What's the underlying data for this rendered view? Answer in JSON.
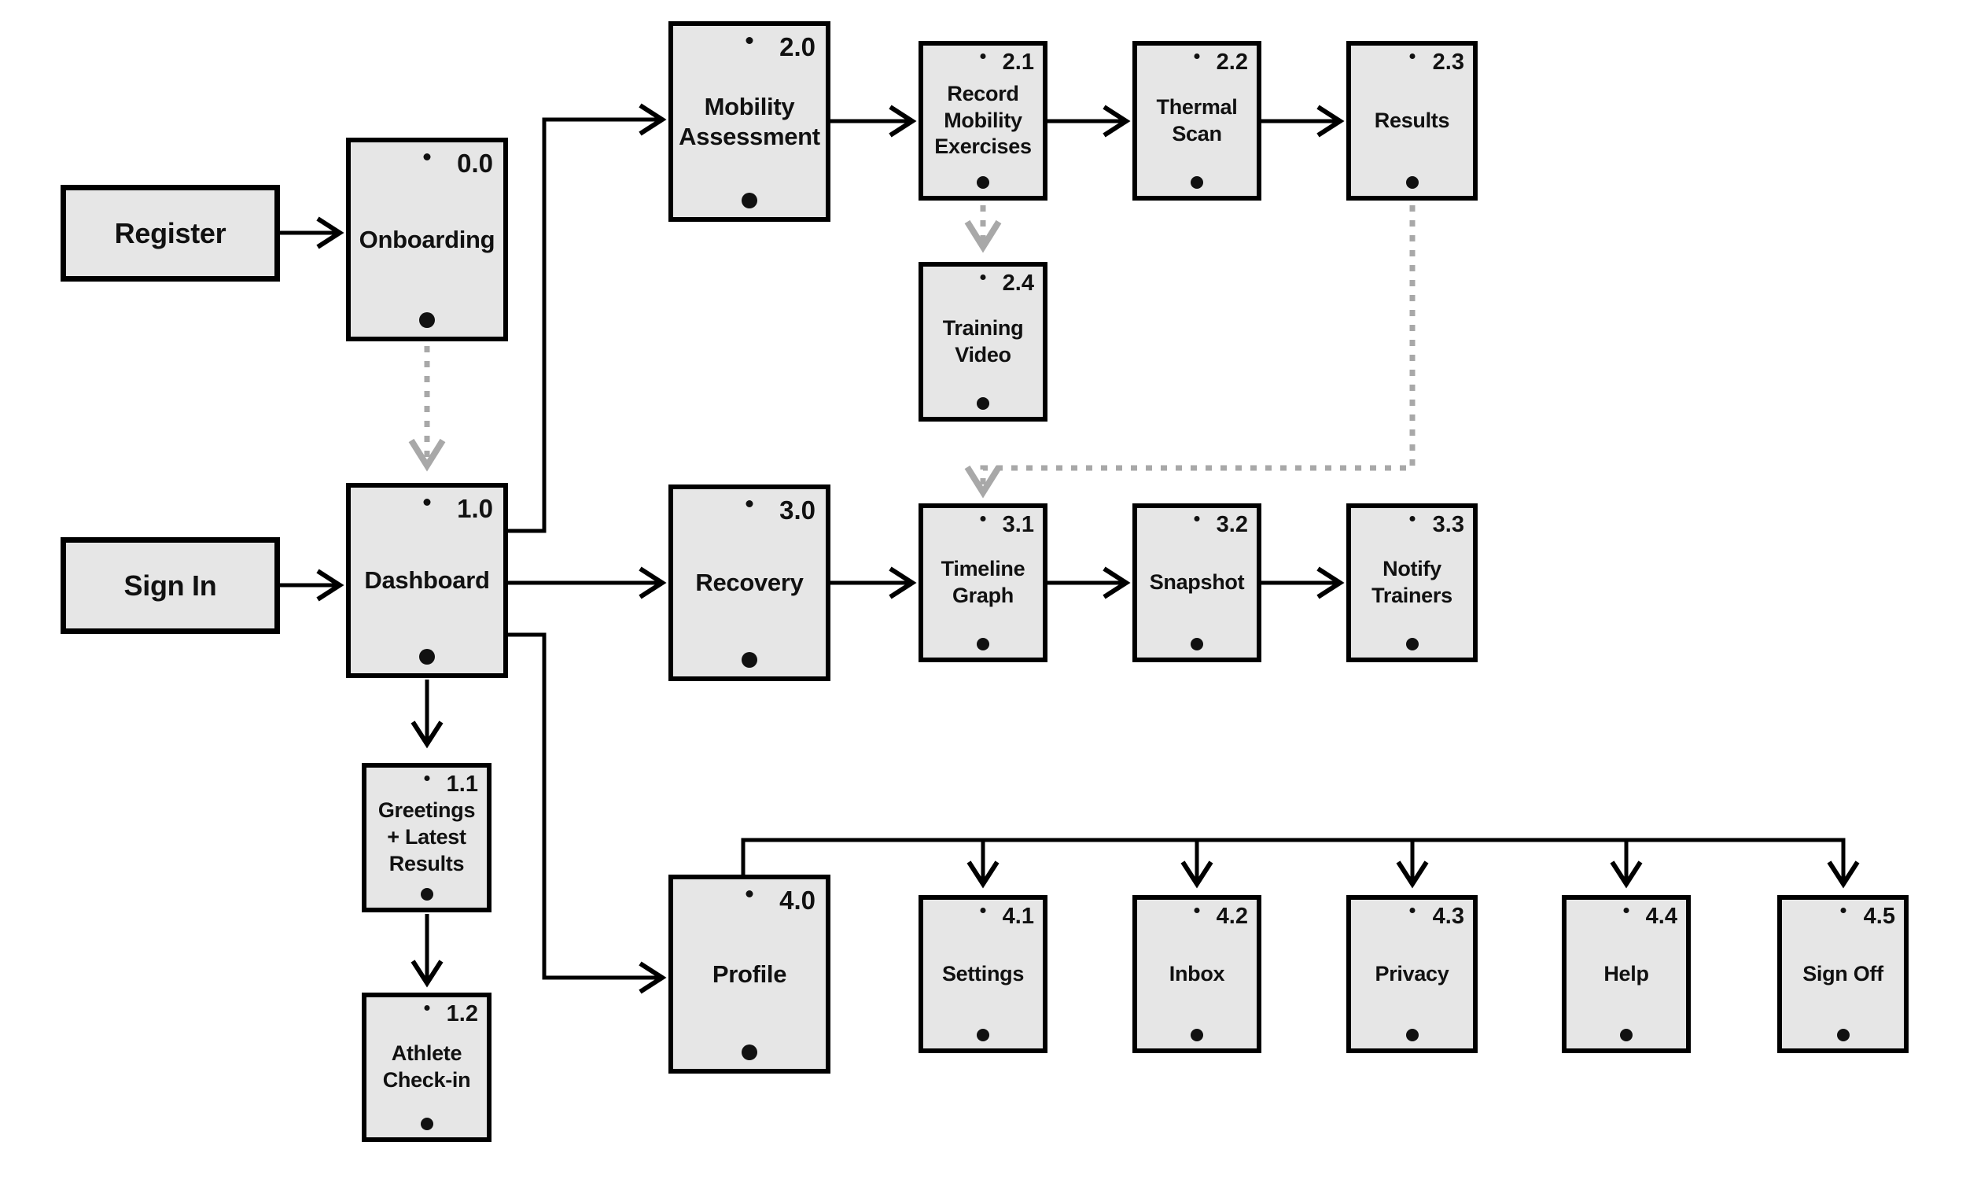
{
  "colors": {
    "background": "#ffffff",
    "box_fill": "#e6e6e6",
    "box_border": "#000000",
    "text": "#111111",
    "solid_arrow": "#000000",
    "dashed_arrow": "#a8a8a8"
  },
  "nodes": {
    "register": {
      "type": "entry-box",
      "label": "Register"
    },
    "sign_in": {
      "type": "entry-box",
      "label": "Sign In"
    },
    "onboarding": {
      "type": "phone-screen",
      "number": "0.0",
      "label": "Onboarding"
    },
    "dashboard": {
      "type": "phone-screen",
      "number": "1.0",
      "label": "Dashboard"
    },
    "greetings_latest_results": {
      "type": "phone-screen",
      "number": "1.1",
      "label": "Greetings\n+ Latest\nResults"
    },
    "athlete_check_in": {
      "type": "phone-screen",
      "number": "1.2",
      "label": "Athlete\nCheck-in"
    },
    "mobility_assessment": {
      "type": "phone-screen",
      "number": "2.0",
      "label": "Mobility\nAssessment"
    },
    "record_mobility_exercises": {
      "type": "phone-screen",
      "number": "2.1",
      "label": "Record\nMobility\nExercises"
    },
    "thermal_scan": {
      "type": "phone-screen",
      "number": "2.2",
      "label": "Thermal\nScan"
    },
    "results": {
      "type": "phone-screen",
      "number": "2.3",
      "label": "Results"
    },
    "training_video": {
      "type": "phone-screen",
      "number": "2.4",
      "label": "Training\nVideo"
    },
    "recovery": {
      "type": "phone-screen",
      "number": "3.0",
      "label": "Recovery"
    },
    "timeline_graph": {
      "type": "phone-screen",
      "number": "3.1",
      "label": "Timeline\nGraph"
    },
    "snapshot": {
      "type": "phone-screen",
      "number": "3.2",
      "label": "Snapshot"
    },
    "notify_trainers": {
      "type": "phone-screen",
      "number": "3.3",
      "label": "Notify\nTrainers"
    },
    "profile": {
      "type": "phone-screen",
      "number": "4.0",
      "label": "Profile"
    },
    "settings": {
      "type": "phone-screen",
      "number": "4.1",
      "label": "Settings"
    },
    "inbox": {
      "type": "phone-screen",
      "number": "4.2",
      "label": "Inbox"
    },
    "privacy": {
      "type": "phone-screen",
      "number": "4.3",
      "label": "Privacy"
    },
    "help": {
      "type": "phone-screen",
      "number": "4.4",
      "label": "Help"
    },
    "sign_off": {
      "type": "phone-screen",
      "number": "4.5",
      "label": "Sign Off"
    }
  },
  "edges": [
    {
      "from": "register",
      "to": "onboarding",
      "style": "solid"
    },
    {
      "from": "sign_in",
      "to": "dashboard",
      "style": "solid"
    },
    {
      "from": "onboarding",
      "to": "dashboard",
      "style": "dashed"
    },
    {
      "from": "dashboard",
      "to": "mobility_assessment",
      "style": "solid"
    },
    {
      "from": "dashboard",
      "to": "recovery",
      "style": "solid"
    },
    {
      "from": "dashboard",
      "to": "profile",
      "style": "solid"
    },
    {
      "from": "dashboard",
      "to": "greetings_latest_results",
      "style": "solid"
    },
    {
      "from": "greetings_latest_results",
      "to": "athlete_check_in",
      "style": "solid"
    },
    {
      "from": "mobility_assessment",
      "to": "record_mobility_exercises",
      "style": "solid"
    },
    {
      "from": "record_mobility_exercises",
      "to": "thermal_scan",
      "style": "solid"
    },
    {
      "from": "thermal_scan",
      "to": "results",
      "style": "solid"
    },
    {
      "from": "record_mobility_exercises",
      "to": "training_video",
      "style": "dashed"
    },
    {
      "from": "results",
      "to": "timeline_graph",
      "style": "dashed"
    },
    {
      "from": "recovery",
      "to": "timeline_graph",
      "style": "solid"
    },
    {
      "from": "timeline_graph",
      "to": "snapshot",
      "style": "solid"
    },
    {
      "from": "snapshot",
      "to": "notify_trainers",
      "style": "solid"
    },
    {
      "from": "profile",
      "to": "settings",
      "style": "solid"
    },
    {
      "from": "profile",
      "to": "inbox",
      "style": "solid"
    },
    {
      "from": "profile",
      "to": "privacy",
      "style": "solid"
    },
    {
      "from": "profile",
      "to": "help",
      "style": "solid"
    },
    {
      "from": "profile",
      "to": "sign_off",
      "style": "solid"
    }
  ]
}
